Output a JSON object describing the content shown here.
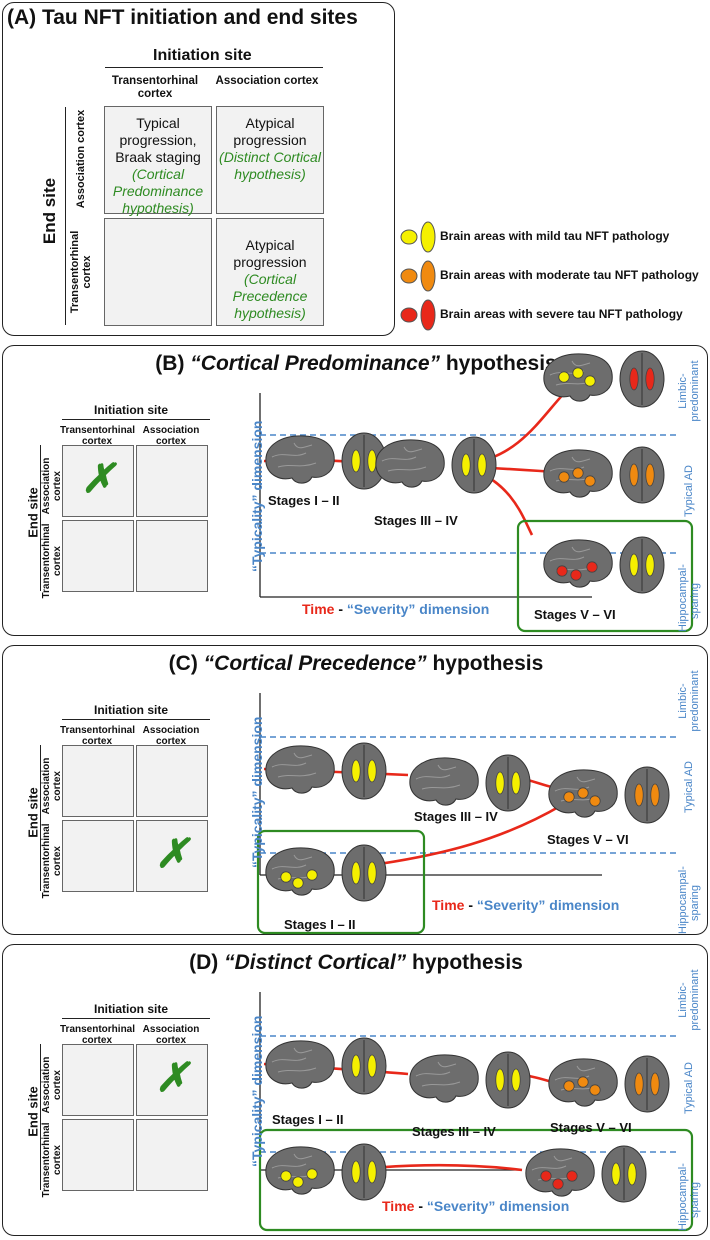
{
  "panel_a": {
    "title": "(A) Tau NFT initiation and end sites",
    "initiation_header": "Initiation site",
    "end_header": "End site",
    "col1": "Transentorhinal cortex",
    "col2": "Association cortex",
    "row1": "Association cortex",
    "row2": "Transentorhinal cortex",
    "cell_11_main": "Typical progression, Braak staging",
    "cell_11_hyp": "(Cortical Predominance hypothesis)",
    "cell_12_main": "Atypical progression",
    "cell_12_hyp": "(Distinct Cortical hypothesis)",
    "cell_22_main": "Atypical progression",
    "cell_22_hyp": "(Cortical Precedence hypothesis)"
  },
  "legend": [
    {
      "label": "Brain areas with mild tau NFT pathology",
      "color": "#f5f000"
    },
    {
      "label": "Brain areas with moderate tau NFT pathology",
      "color": "#f08a10"
    },
    {
      "label": "Brain areas with severe tau NFT pathology",
      "color": "#e8281a"
    }
  ],
  "common": {
    "initiation_header": "Initiation site",
    "end_header": "End site",
    "col1": "Transentorhinal cortex",
    "col2": "Association cortex",
    "row1": "Association cortex",
    "row2": "Transentorhinal cortex",
    "mark": "✗",
    "y_axis": "“Typicality” dimension",
    "x_time": "Time",
    "x_sep": " - ",
    "x_sev": "“Severity” dimension",
    "band_top": "Limbic-predominant",
    "band_mid": "Typical AD",
    "band_bot": "Hippocampal-sparing",
    "stage1": "Stages I – II",
    "stage2": "Stages III – IV",
    "stage3": "Stages V – VI"
  },
  "panel_b": {
    "label": "(B) ",
    "name": "“Cortical Predominance”",
    "suffix": " hypothesis"
  },
  "panel_c": {
    "label": "(C) ",
    "name": "“Cortical Precedence”",
    "suffix": " hypothesis"
  },
  "panel_d": {
    "label": "(D) ",
    "name": "“Distinct Cortical”",
    "suffix": " hypothesis"
  },
  "colors": {
    "mild": "#f5f000",
    "moderate": "#f08a10",
    "severe": "#e8281a",
    "axis_blue": "#4a86c8",
    "time_red": "#e8281a",
    "box_green": "#2e8b22"
  }
}
